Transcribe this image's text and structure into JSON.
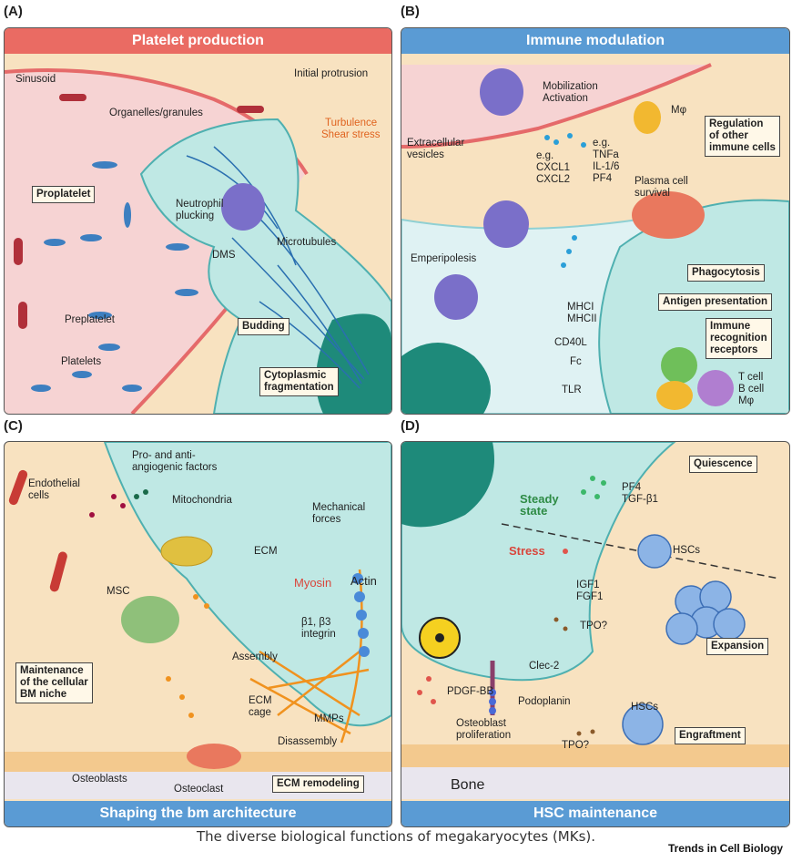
{
  "panels": {
    "a": {
      "letter": "(A)",
      "title": "Platelet production",
      "labels": {
        "sinusoid": "Sinusoid",
        "initial_protrusion": "Initial protrusion",
        "organelles": "Organelles/granules",
        "turbulence": "Turbulence",
        "shear": "Shear stress",
        "proplatelet": "Proplatelet",
        "neutrophil": "Neutrophil\nplucking",
        "dms": "DMS",
        "microtubules": "Microtubules",
        "preplatelet": "Preplatelet",
        "budding": "Budding",
        "platelets": "Platelets",
        "cytoplasmic": "Cytoplasmic\nfragmentation"
      }
    },
    "b": {
      "letter": "(B)",
      "title": "Immune modulation",
      "labels": {
        "mobilization": "Mobilization\nActivation",
        "mphi": "Mφ",
        "extracellular": "Extracellular\nvesicles",
        "eg1": "e.g.\nCXCL1\nCXCL2",
        "eg2": "e.g.\nTNFa\nIL-1/6\nPF4",
        "regulation": "Regulation\nof other\nimmune cells",
        "plasma": "Plasma cell\nsurvival",
        "emperipolesis": "Emperipolesis",
        "phagocytosis": "Phagocytosis",
        "mhc": "MHCI\nMHCII",
        "antigen": "Antigen presentation",
        "cd40l": "CD40L",
        "immune_recog": "Immune\nrecognition\nreceptors",
        "fc": "Fc",
        "tlr": "TLR",
        "cells": "T cell\nB cell\nMφ"
      }
    },
    "c": {
      "letter": "(C)",
      "title": "Shaping the bm architecture",
      "labels": {
        "angio": "Pro- and anti-\nangiogenic factors",
        "endothelial": "Endothelial\ncells",
        "mitochondria": "Mitochondria",
        "mechanical": "Mechanical\nforces",
        "ecm": "ECM",
        "myosin": "Myosin",
        "actin": "Actin",
        "msc": "MSC",
        "integrin": "β1, β3\nintegrin",
        "assembly": "Assembly",
        "maintenance": "Maintenance\nof the cellular\nBM niche",
        "ecm_cage": "ECM\ncage",
        "mmps": "MMPs",
        "disassembly": "Disassembly",
        "osteoblasts": "Osteoblasts",
        "osteoclast": "Osteoclast",
        "ecm_remodeling": "ECM remodeling"
      }
    },
    "d": {
      "letter": "(D)",
      "title": "HSC maintenance",
      "labels": {
        "quiescence": "Quiescence",
        "steady": "Steady\nstate",
        "pf4": "PF4\nTGF-β1",
        "stress": "Stress",
        "hscs1": "HSCs",
        "igf": "IGF1\nFGF1",
        "tpo1": "TPO?",
        "expansion": "Expansion",
        "clec": "Clec-2",
        "pdgf": "PDGF-BB",
        "podoplanin": "Podoplanin",
        "hscs2": "HSCs",
        "osteoblast_prolif": "Osteoblast\nproliferation",
        "engraftment": "Engraftment",
        "tpo2": "TPO?",
        "bone": "Bone"
      }
    }
  },
  "caption": "The diverse biological functions of megakaryocytes (MKs).",
  "brand": "Trends in Cell Biology",
  "colors": {
    "red_banner": "#ea6b63",
    "blue_banner": "#5a9bd4",
    "mk_teal": "#bfe8e4",
    "bg_peach": "#f8e2c0",
    "endothelial": "#d9453b"
  }
}
